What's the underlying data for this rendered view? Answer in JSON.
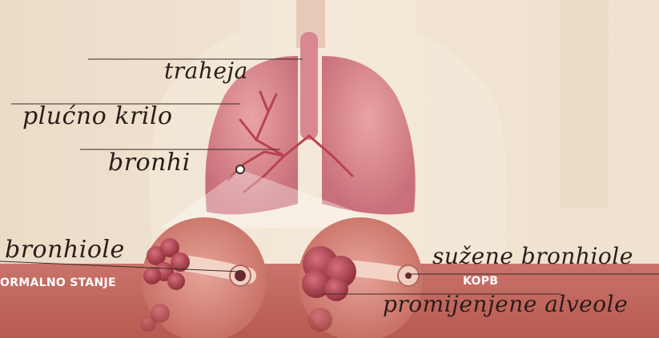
{
  "labels": {
    "trachea": "traheja",
    "lung": "plućno krilo",
    "bronchi": "bronhi",
    "bronchioles": "bronhiole",
    "narrowed_bronchioles": "sužene bronhiole",
    "altered_alveoli": "promijenjene alveole"
  },
  "panels": {
    "normal": "ORMALNO STANJE",
    "copd": "KOPB"
  },
  "colors": {
    "background": "#efe2cf",
    "band": "#c86a5e",
    "lung": "#d88a8e",
    "alveoli": "#a8404c",
    "leader_line": "#3a2a26"
  }
}
